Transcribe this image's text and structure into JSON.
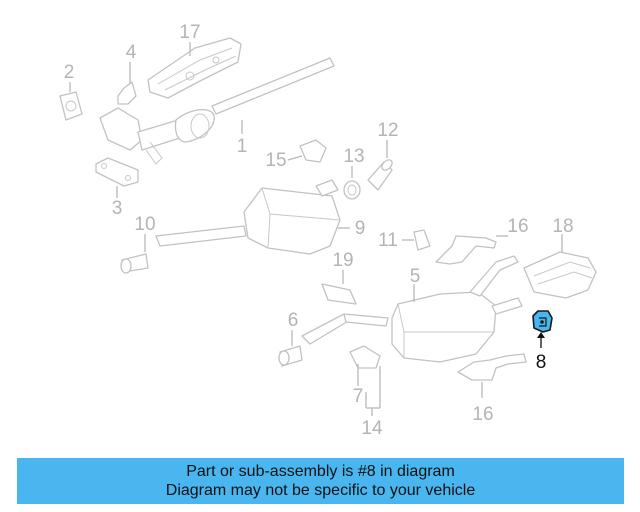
{
  "diagram": {
    "callouts": [
      {
        "id": "1",
        "label": "1"
      },
      {
        "id": "2",
        "label": "2"
      },
      {
        "id": "3",
        "label": "3"
      },
      {
        "id": "4",
        "label": "4"
      },
      {
        "id": "5",
        "label": "5"
      },
      {
        "id": "6",
        "label": "6"
      },
      {
        "id": "7",
        "label": "7"
      },
      {
        "id": "8",
        "label": "8",
        "highlighted": true
      },
      {
        "id": "9",
        "label": "9"
      },
      {
        "id": "10",
        "label": "10"
      },
      {
        "id": "11",
        "label": "11"
      },
      {
        "id": "12",
        "label": "12"
      },
      {
        "id": "13",
        "label": "13"
      },
      {
        "id": "14",
        "label": "14"
      },
      {
        "id": "15",
        "label": "15"
      },
      {
        "id": "16a",
        "label": "16"
      },
      {
        "id": "16b",
        "label": "16"
      },
      {
        "id": "17",
        "label": "17"
      },
      {
        "id": "18",
        "label": "18"
      },
      {
        "id": "19",
        "label": "19"
      }
    ],
    "highlight_color": "#49b6ef",
    "part_color": "#c2c2c2"
  },
  "banner": {
    "line1": "Part or sub-assembly is #8 in diagram",
    "line2": "Diagram may not be specific to your vehicle",
    "background": "#49b6ef"
  }
}
